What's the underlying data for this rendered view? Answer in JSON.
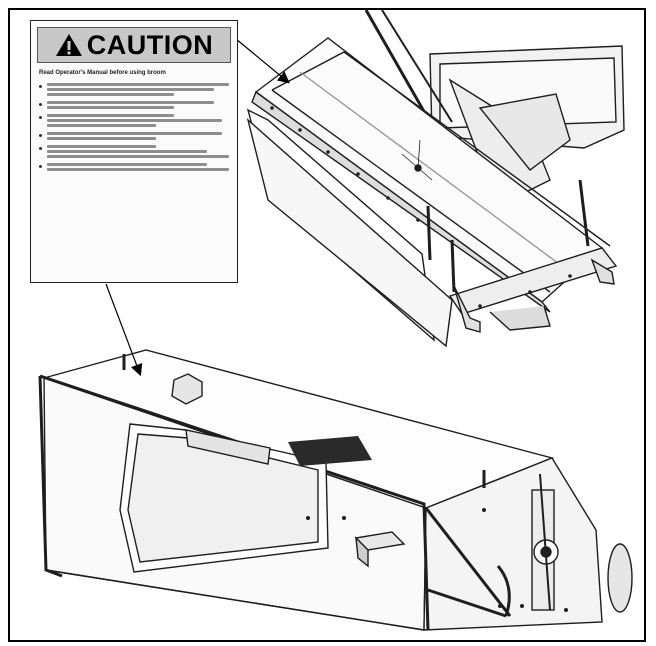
{
  "decal": {
    "header": "CAUTION",
    "header_icon": "warning-triangle-icon",
    "lead": "Read Operator's Manual before using broom",
    "item_line_counts": [
      3,
      2,
      3,
      2,
      3,
      2
    ]
  },
  "colors": {
    "header_band": "#c8c8c8",
    "line_art": "#1e1e1e",
    "panel_gray": "#e6e6e6"
  }
}
